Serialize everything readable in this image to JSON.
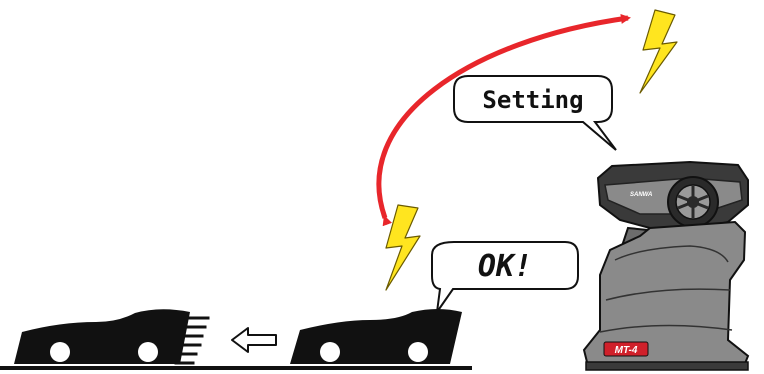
{
  "bubbles": {
    "setting": "Setting",
    "ok": "OK!"
  },
  "transmitter": {
    "brand_mark": "SANWA",
    "model_mark": "MT-4"
  },
  "icons": {
    "lightning_top": "lightning-bolt-icon",
    "lightning_bottom": "lightning-bolt-icon",
    "link_arrow": "double-headed-curved-arrow-icon",
    "move_arrow": "left-arrow-outline-icon",
    "speed_lines": "speed-lines-icon"
  },
  "colors": {
    "arrow": "#e8262b",
    "lightning_fill": "#ffe51f",
    "lightning_stroke": "#6b5b00",
    "car": "#111111",
    "transmitter_body": "#8a8a8a",
    "transmitter_dark": "#3a3a3a",
    "brand_red": "#d0202a"
  }
}
